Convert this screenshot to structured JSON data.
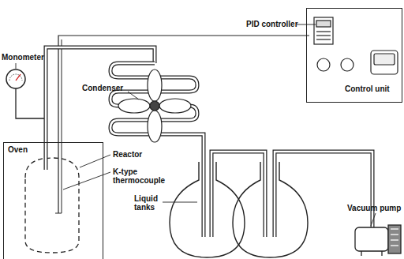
{
  "diagram": {
    "nodes": [
      {
        "text": [
          "Oven"
        ]
      },
      {
        "text": [
          "Control unit"
        ]
      }
    ],
    "labels": [
      "PID controller",
      "Monometer",
      "Condenser",
      "Reactor",
      "K-type thermocouple",
      "Liquid tanks",
      "Vacuum pump"
    ]
  }
}
